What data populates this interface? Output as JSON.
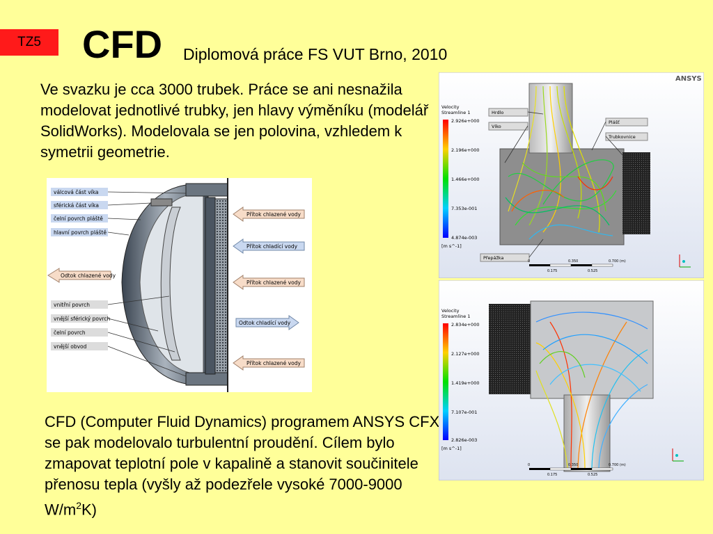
{
  "slide": {
    "tag": "TZ5",
    "title": "CFD",
    "subtitle": "Diplomová práce FS VUT Brno, 2010",
    "paragraph1": "Ve svazku je cca 3000 trubek. Práce se ani nesnažila modelovat jednotlivé trubky, jen hlavy výměníku (modelář SolidWorks). Modelovala se jen polovina, vzhledem k symetrii geometrie.",
    "paragraph2_main": "CFD (Computer Fluid Dynamics) programem ANSYS CFX se pak modelovalo turbulentní proudění. Cílem bylo zmapovat teplotní pole v kapalině a stanovit součinitele přenosu tepla (vyšly až podezřele vysoké 7000-9000 W/m",
    "paragraph2_sup": "2",
    "paragraph2_end": "K)"
  },
  "diagram": {
    "labels_left": [
      "válcová část víka",
      "sférická část víka",
      "čelní povrch pláště",
      "hlavní povrch pláště",
      "Odtok chlazené vody",
      "vnitřní povrch",
      "vnější sférický povrch",
      "čelní povrch",
      "vnější obvod"
    ],
    "arrows_right": [
      "Přítok chlazené vody",
      "Přítok chladící vody",
      "Přítok chlazené vody",
      "Odtok chladící vody",
      "Přítok chlazené vody"
    ]
  },
  "sim1": {
    "brand": "ANSYS",
    "legend_title": "Velocity",
    "legend_subtitle": "Streamline 1",
    "legend_values": [
      "2.926e+000",
      "2.196e+000",
      "1.466e+000",
      "7.353e-001",
      "4.874e-003"
    ],
    "unit": "[m s^-1]",
    "callouts": [
      "Hrdlo",
      "Víko",
      "Plášť",
      "Trubkovnice",
      "Přepážka"
    ],
    "scale_top": [
      "0",
      "0.350",
      "0.700 (m)"
    ],
    "scale_bottom": [
      "0.175",
      "0.525"
    ]
  },
  "sim2": {
    "legend_title": "Velocity",
    "legend_subtitle": "Streamline 1",
    "legend_values": [
      "2.834e+000",
      "2.127e+000",
      "1.419e+000",
      "7.107e-001",
      "2.826e-003"
    ],
    "unit": "[m s^-1]",
    "scale_top": [
      "0",
      "0.350",
      "0.700 (m)"
    ],
    "scale_bottom": [
      "0.175",
      "0.525"
    ]
  }
}
